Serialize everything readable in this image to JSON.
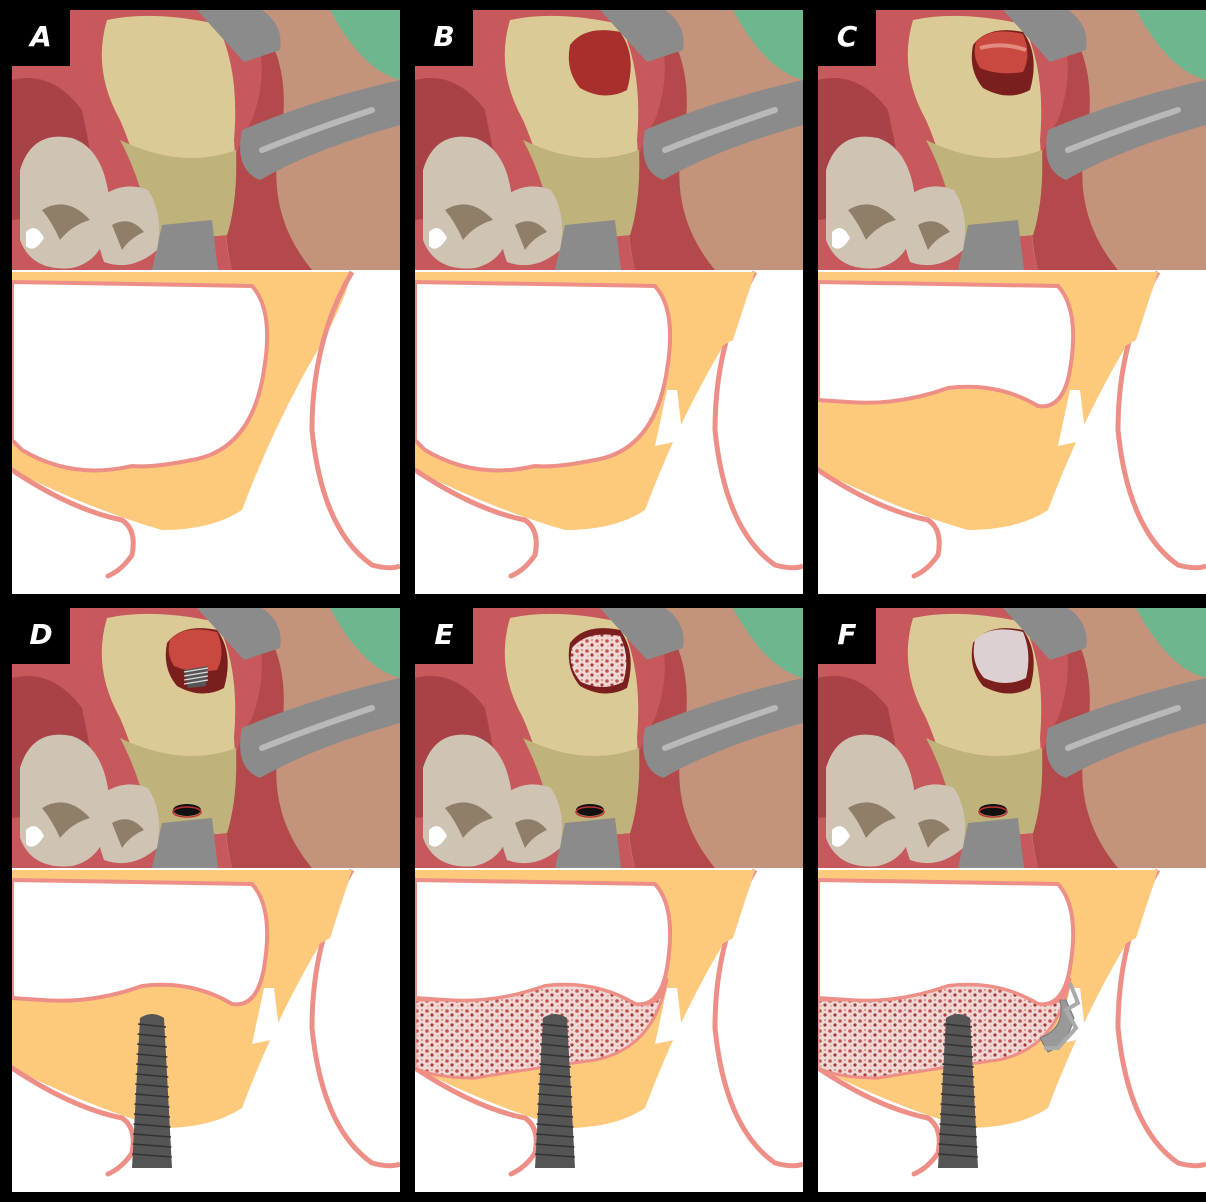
{
  "panels": [
    {
      "label": "A",
      "window_graft": "none",
      "implant": false,
      "sinus_graft": false,
      "membrane": false
    },
    {
      "label": "B",
      "window_graft": "open",
      "implant": false,
      "sinus_graft": false,
      "membrane": false
    },
    {
      "label": "C",
      "window_graft": "membrane-lifted",
      "implant": false,
      "sinus_graft": false,
      "membrane": false
    },
    {
      "label": "D",
      "window_graft": "implant-visible",
      "implant": true,
      "sinus_graft": false,
      "membrane": false
    },
    {
      "label": "E",
      "window_graft": "bone-graft",
      "implant": true,
      "sinus_graft": true,
      "membrane": false
    },
    {
      "label": "F",
      "window_graft": "covered",
      "implant": true,
      "sinus_graft": true,
      "membrane": true
    }
  ],
  "colors": {
    "background": "#000000",
    "gum": "#c7585c",
    "gum_dark": "#a94247",
    "cheek": "#c4937c",
    "green": "#6db68e",
    "bone_top": "#dbc996",
    "bone_lower": "#bfb27a",
    "tooth": "#cfc4b4",
    "tooth_shadow": "#8f7e68",
    "instrument": "#8b8b8b",
    "instrument_light": "#b9b9b9",
    "sinus_outline": "#ee8f87",
    "bone_section": "#fdc97b",
    "window_red": "#a8302c",
    "window_lift": "#c9483f",
    "graft": "#c15552",
    "membrane_cover": "#ddd0d0",
    "implant": "#555555"
  }
}
